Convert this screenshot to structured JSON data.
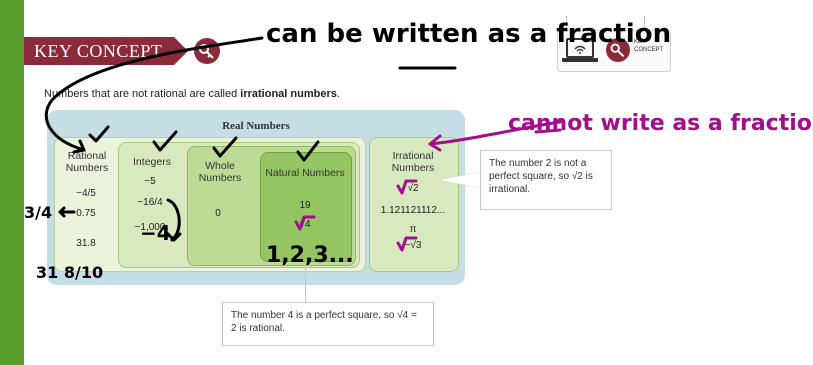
{
  "header": {
    "key_concept_label": "KEY CONCEPT",
    "widget_label": "KEY CONCEPT"
  },
  "intro": {
    "text_before": "Numbers that are not rational are called ",
    "text_bold": "irrational numbers",
    "text_after": "."
  },
  "diagram": {
    "title": "Real Numbers",
    "rational": {
      "label": "Rational Numbers",
      "values": [
        "−4/5",
        "0.75",
        "31.8"
      ]
    },
    "integers": {
      "label": "Integers",
      "values": [
        "−5",
        "−16/4",
        "−1,000"
      ]
    },
    "whole": {
      "label": "Whole Numbers",
      "values": [
        "0"
      ]
    },
    "natural": {
      "label": "Natural Numbers",
      "values": [
        "19",
        "√4"
      ]
    },
    "irrational": {
      "label": "Irrational Numbers",
      "values": [
        "√2",
        "1.121121112...",
        "π",
        "−√3"
      ]
    }
  },
  "callouts": {
    "sqrt2": "The number 2 is not a perfect square, so √2 is irrational.",
    "sqrt4": "The number 4 is a perfect square, so √4 = 2 is rational."
  },
  "annotations": {
    "note_fraction": "can be written as a fraction",
    "note_not_fraction": "cannot write as a fraction;",
    "rational_075_fraction": "3/4",
    "rational_318_fraction": "31 8/10",
    "integers_reduced": "−4",
    "natural_list": "1,2,3..."
  },
  "colors": {
    "banner": "#8b2a3a",
    "green_bar": "#5a9e2f",
    "ink_black": "#000000",
    "ink_purple": "#a1108c"
  }
}
